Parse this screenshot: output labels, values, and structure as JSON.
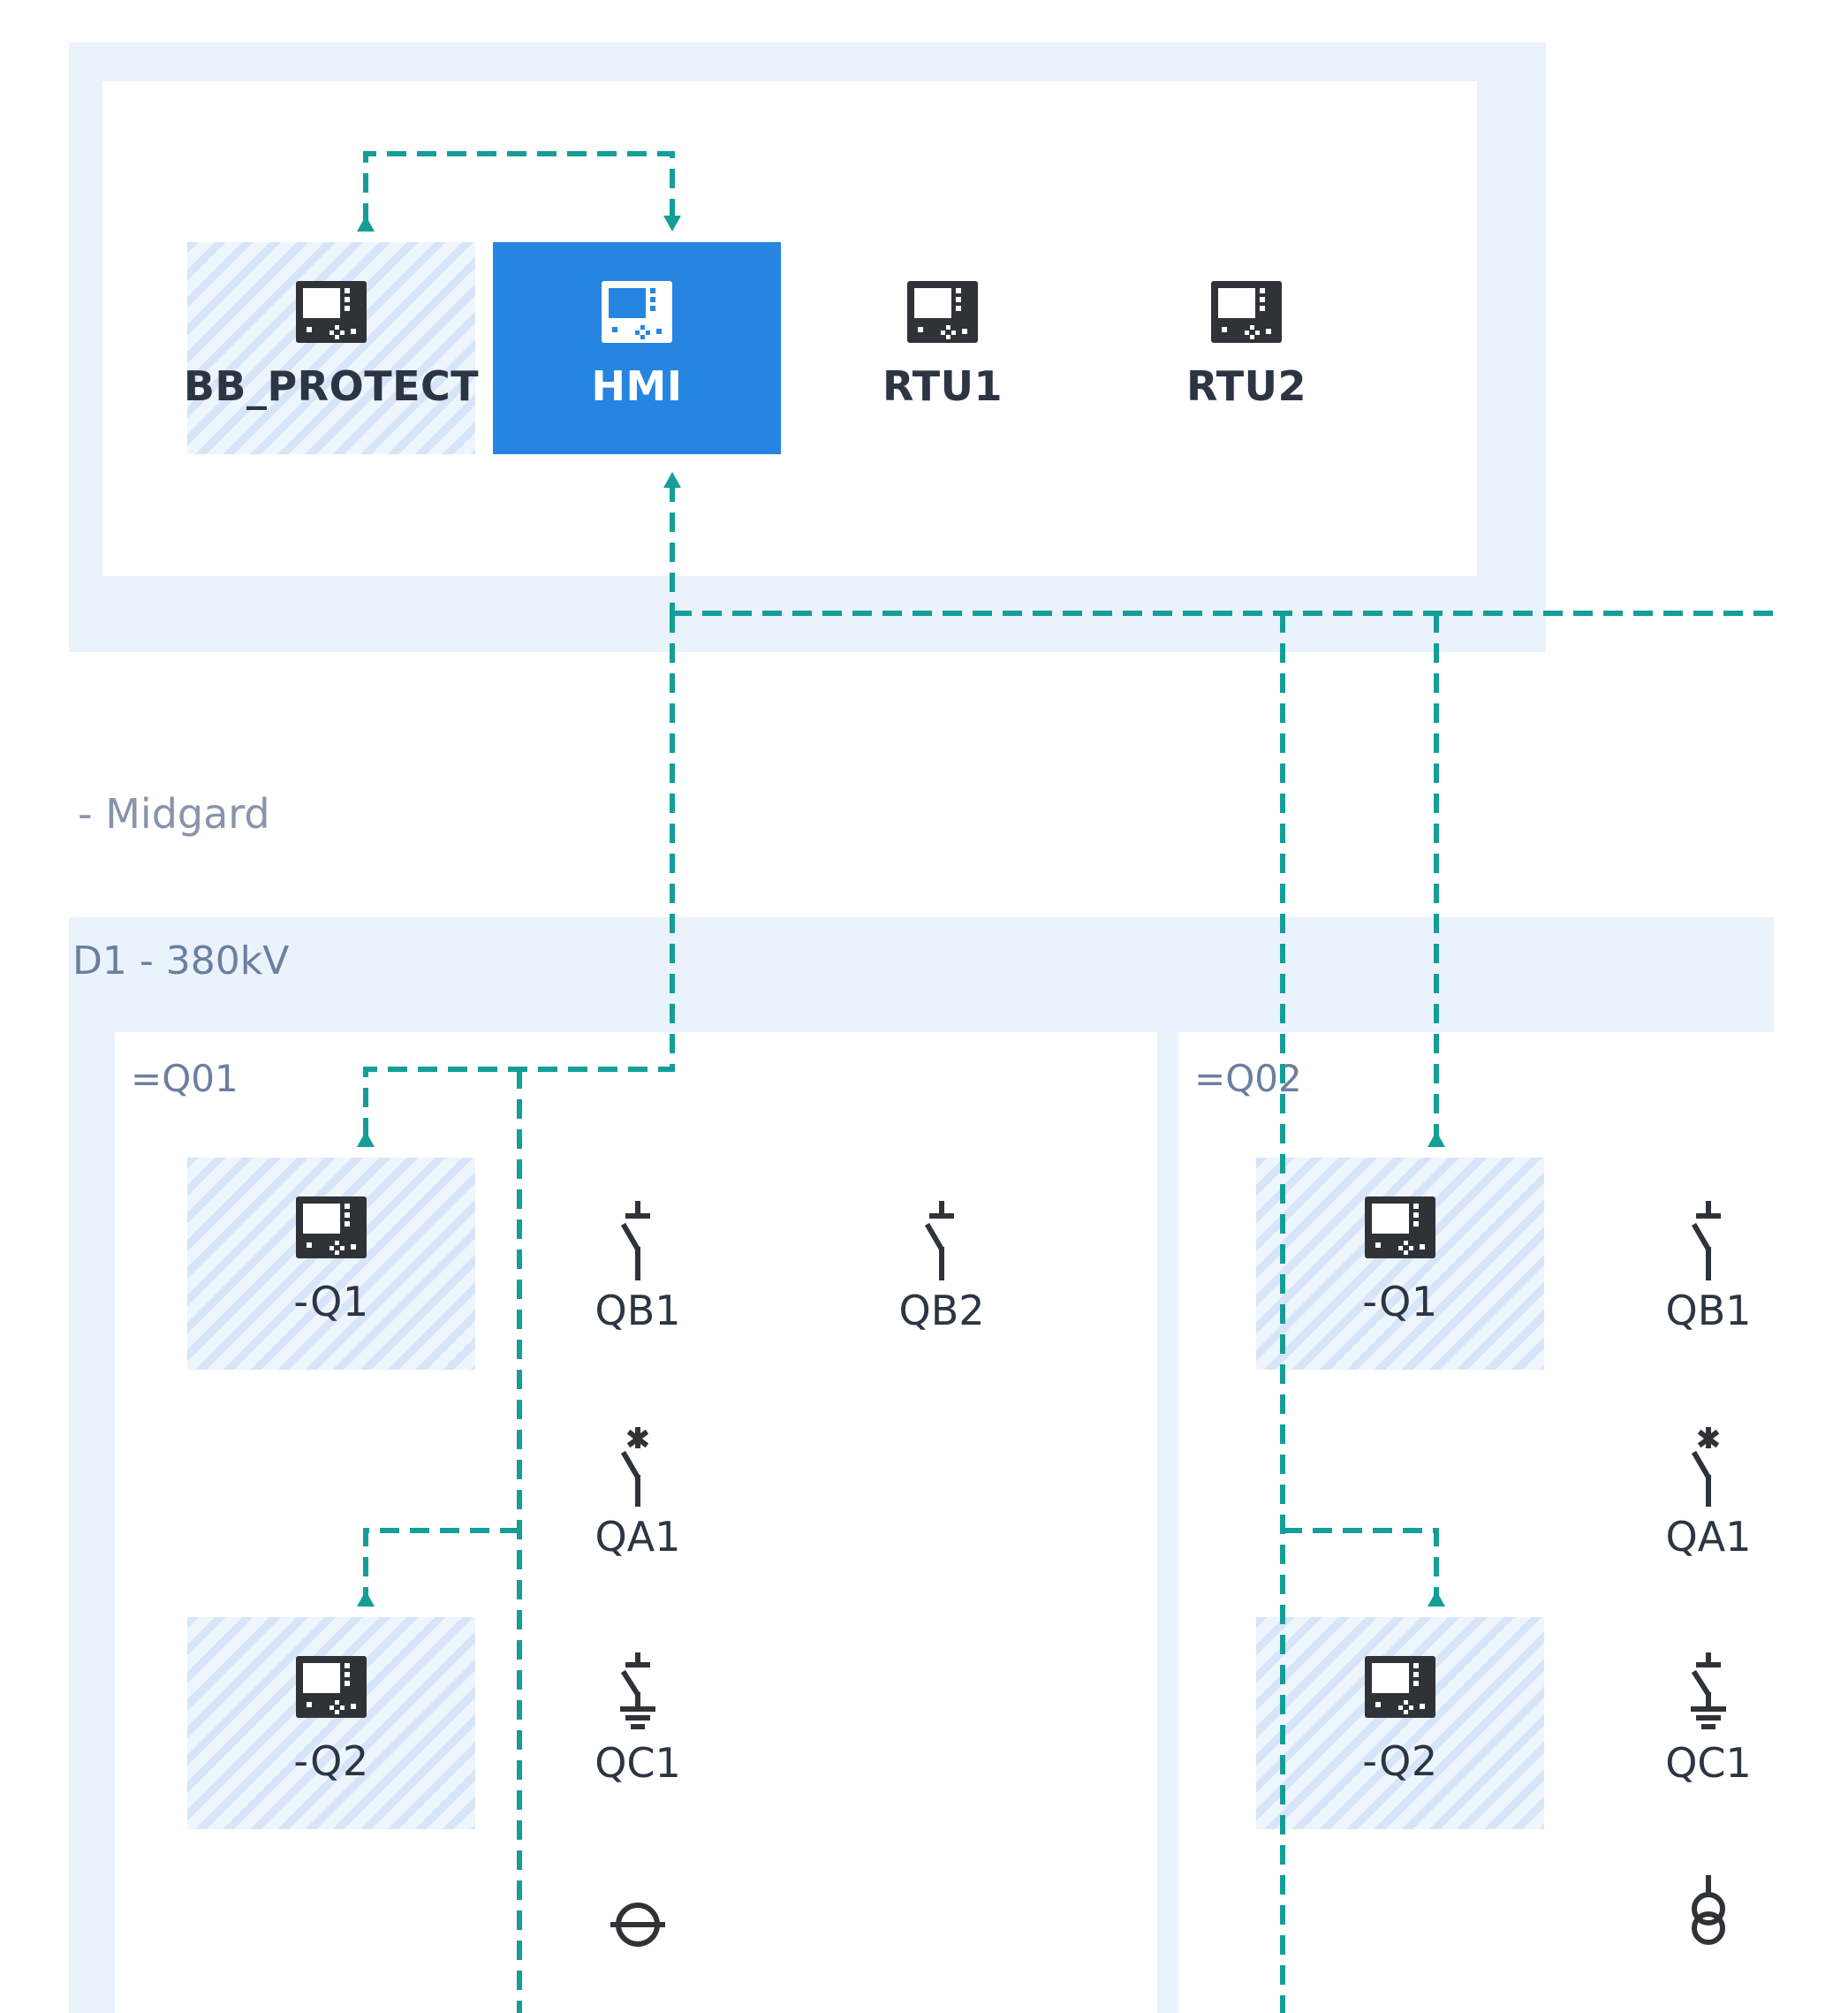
{
  "station": {
    "devices": [
      {
        "id": "bb_protect",
        "label": "BB_PROTECT",
        "style": "hatched"
      },
      {
        "id": "hmi",
        "label": "HMI",
        "style": "selected"
      },
      {
        "id": "rtu1",
        "label": "RTU1",
        "style": "plain"
      },
      {
        "id": "rtu2",
        "label": "RTU2",
        "style": "plain"
      }
    ]
  },
  "substation": {
    "label": "- Midgard"
  },
  "voltage_level": {
    "label": "D1 - 380kV"
  },
  "bays": [
    {
      "label": "=Q01",
      "ieds": [
        {
          "label": "-Q1"
        },
        {
          "label": "-Q2"
        }
      ],
      "equipment": [
        {
          "label": "QB1",
          "icon": "disconnector-icon"
        },
        {
          "label": "QB2",
          "icon": "disconnector-icon"
        },
        {
          "label": "QA1",
          "icon": "circuit-breaker-icon"
        },
        {
          "label": "QC1",
          "icon": "earth-switch-icon"
        },
        {
          "label": "",
          "icon": "current-transformer-icon"
        }
      ]
    },
    {
      "label": "=Q02",
      "ieds": [
        {
          "label": "-Q1"
        },
        {
          "label": "-Q2"
        }
      ],
      "equipment": [
        {
          "label": "QB1",
          "icon": "disconnector-icon"
        },
        {
          "label": "QA1",
          "icon": "circuit-breaker-icon"
        },
        {
          "label": "QC1",
          "icon": "earth-switch-icon"
        },
        {
          "label": "",
          "icon": "voltage-transformer-icon"
        }
      ]
    }
  ],
  "colors": {
    "connection": "#159e98",
    "selected": "#2585e0",
    "panel": "#eaf3fc",
    "label_muted": "#6b7fa0"
  }
}
